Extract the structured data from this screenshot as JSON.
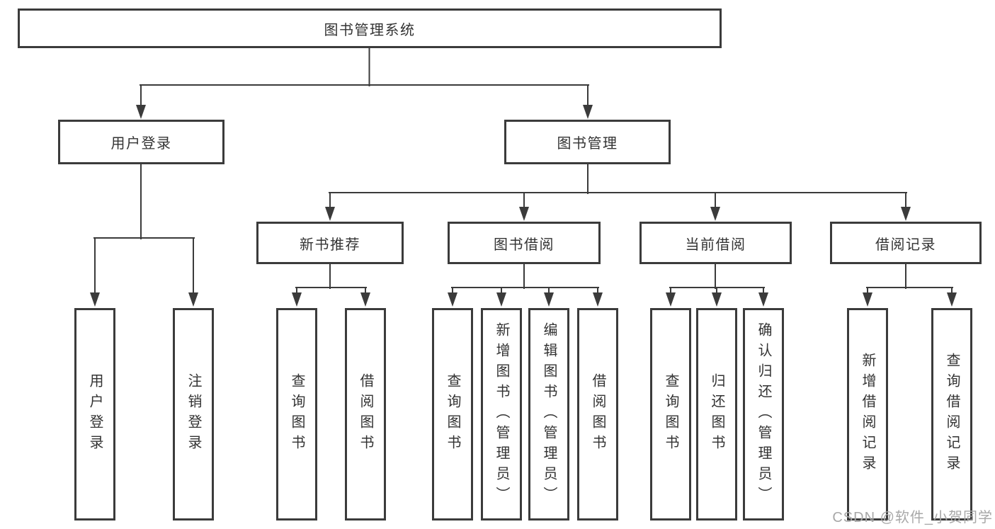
{
  "diagram": {
    "title": "图书管理系统",
    "level2": {
      "user_login": "用户登录",
      "book_management": "图书管理"
    },
    "level3": {
      "new_book_recommend": "新书推荐",
      "book_borrowing": "图书借阅",
      "current_borrowing": "当前借阅",
      "borrowing_records": "借阅记录"
    },
    "leaves": {
      "user_login": "用户登录",
      "logout": "注销登录",
      "nb_query_books": "查询图书",
      "nb_borrow_books": "借阅图书",
      "bb_query_books": "查询图书",
      "bb_add_books_admin": "新增图书（管理员）",
      "bb_edit_books_admin": "编辑图书（管理员）",
      "bb_borrow_books": "借阅图书",
      "cb_query_books": "查询图书",
      "cb_return_books": "归还图书",
      "cb_confirm_return_admin": "确认归还（管理员）",
      "br_add_record": "新增借阅记录",
      "br_query_record": "查询借阅记录"
    }
  },
  "watermark": "CSDN @软件_小贺同学",
  "colors": {
    "line": "#3b3b3b",
    "text": "#333333",
    "watermark": "#a8a8a8"
  }
}
